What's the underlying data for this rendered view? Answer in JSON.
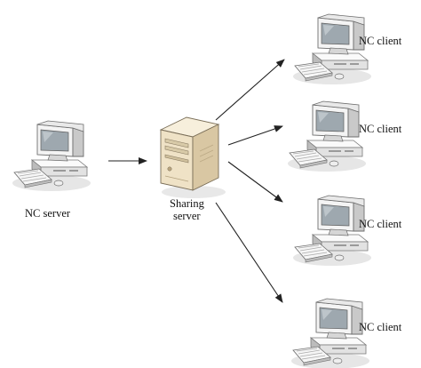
{
  "nodes": {
    "nc_server": {
      "label": "NC server",
      "icon": "desktop-computer-icon"
    },
    "sharing_server": {
      "label_line1": "Sharing",
      "label_line2": "server",
      "icon": "tower-server-icon"
    },
    "clients": [
      {
        "label": "NC client",
        "icon": "desktop-computer-icon"
      },
      {
        "label": "NC client",
        "icon": "desktop-computer-icon"
      },
      {
        "label": "NC client",
        "icon": "desktop-computer-icon"
      },
      {
        "label": "NC client",
        "icon": "desktop-computer-icon"
      }
    ]
  },
  "edges": [
    {
      "from": "NC server",
      "to": "Sharing server"
    },
    {
      "from": "Sharing server",
      "to": "NC client 1"
    },
    {
      "from": "Sharing server",
      "to": "NC client 2"
    },
    {
      "from": "Sharing server",
      "to": "NC client 3"
    },
    {
      "from": "Sharing server",
      "to": "NC client 4"
    }
  ],
  "colors": {
    "line": "#222222",
    "casing_light": "#f2f2f2",
    "casing_mid": "#cfcfcf",
    "casing_dark": "#8a8a8a",
    "screen": "#9aa4ab",
    "server_body": "#efe2c6"
  }
}
